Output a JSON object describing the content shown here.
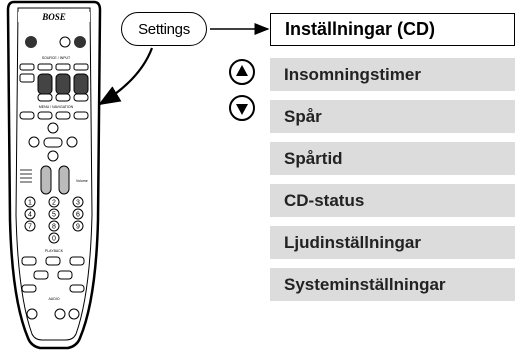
{
  "remote": {
    "brand": "BOSE",
    "source_label": "SOURCE / INPUT",
    "menu_label": "MENU / NAVIGATION",
    "playback_label": "PLAYBACK",
    "audio_label": "AUDIO",
    "volume_label": "Volume",
    "digits": [
      "1",
      "2",
      "3",
      "4",
      "5",
      "6",
      "7",
      "8",
      "9",
      "0"
    ]
  },
  "callout": {
    "label": "Settings"
  },
  "menu": {
    "items": [
      "Inställningar (CD)",
      "Insomningstimer",
      "Spår",
      "Spårtid",
      "CD-status",
      "Ljudinställningar",
      "Systeminställningar"
    ],
    "selected_index": 0
  },
  "icons": [
    "up-arrow-icon",
    "down-arrow-icon"
  ]
}
